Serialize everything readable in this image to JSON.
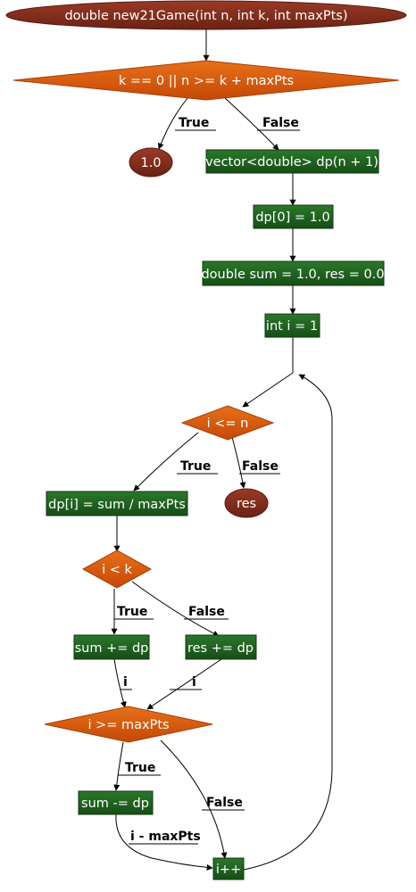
{
  "nodes": {
    "func_signature": "double new21Game(int n, int k, int maxPts)",
    "cond_base": "k == 0 || n >= k + maxPts",
    "ret_one": "1.0",
    "decl_dp": "vector<double> dp(n + 1)",
    "init_dp0": "dp[0] = 1.0",
    "init_sum_res": "double sum = 1.0, res = 0.0",
    "init_i": "int i = 1",
    "cond_loop": "i <= n",
    "ret_res": "res",
    "assign_dp": "dp[i] = sum / maxPts",
    "cond_i_lt_k": "i < k",
    "sum_add": "sum += dp",
    "res_add": "res += dp",
    "cond_i_ge_max": "i >= maxPts",
    "sum_sub": "sum -= dp",
    "incr_i": "i++"
  },
  "edges": {
    "base_true": "True",
    "base_false": "False",
    "loop_true": "True",
    "loop_false": "False",
    "lt_k_true": "True",
    "lt_k_false": "False",
    "sum_add_out": "i",
    "res_add_out": "i",
    "ge_max_true": "True",
    "ge_max_false": "False",
    "sum_sub_out": "i - maxPts"
  },
  "colors": {
    "ellipse_fill": "#7b2b1c",
    "diamond_fill": "#d4540a",
    "box_fill": "#1f5f1f",
    "text": "#ffffff"
  }
}
